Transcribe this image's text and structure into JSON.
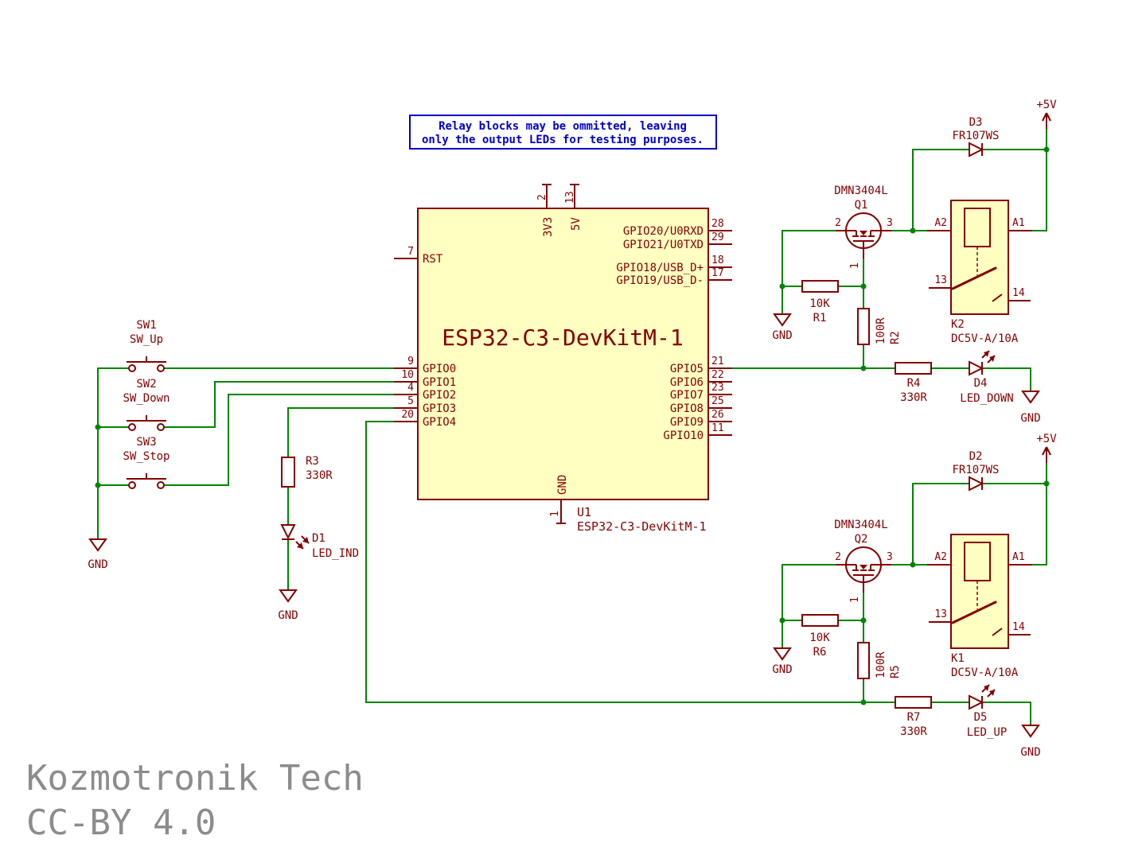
{
  "note": {
    "line1": "Relay blocks may be ommitted, leaving",
    "line2": "only the output LEDs for testing purposes."
  },
  "watermark": {
    "line1": "Kozmotronik Tech",
    "line2": "CC-BY 4.0"
  },
  "colors": {
    "wire": "#008400",
    "component": "#840000",
    "component_fill": "#FFFFC2",
    "note": "#0000C8",
    "watermark": "#8C8C8C"
  },
  "gnd": "GND",
  "ic": {
    "title": "ESP32-C3-DevKitM-1",
    "ref": "U1",
    "value": "ESP32-C3-DevKitM-1",
    "left_pins": [
      {
        "num": "7",
        "name": "RST"
      },
      {
        "num": "9",
        "name": "GPIO0"
      },
      {
        "num": "10",
        "name": "GPIO1"
      },
      {
        "num": "4",
        "name": "GPIO2"
      },
      {
        "num": "5",
        "name": "GPIO3"
      },
      {
        "num": "20",
        "name": "GPIO4"
      }
    ],
    "right_pins": [
      {
        "num": "28",
        "name": "GPIO20/U0RXD"
      },
      {
        "num": "29",
        "name": "GPIO21/U0TXD"
      },
      {
        "num": "18",
        "name": "GPIO18/USB_D+"
      },
      {
        "num": "17",
        "name": "GPIO19/USB_D-"
      },
      {
        "num": "21",
        "name": "GPIO5"
      },
      {
        "num": "22",
        "name": "GPIO6"
      },
      {
        "num": "23",
        "name": "GPIO7"
      },
      {
        "num": "25",
        "name": "GPIO8"
      },
      {
        "num": "26",
        "name": "GPIO9"
      },
      {
        "num": "11",
        "name": "GPIO10"
      }
    ],
    "top_pins": [
      {
        "num": "2",
        "name": "3V3"
      },
      {
        "num": "13",
        "name": "5V"
      }
    ],
    "bottom_pins": [
      {
        "num": "1",
        "name": "GND"
      }
    ]
  },
  "switches": [
    {
      "ref": "SW1",
      "value": "SW_Up"
    },
    {
      "ref": "SW2",
      "value": "SW_Down"
    },
    {
      "ref": "SW3",
      "value": "SW_Stop"
    }
  ],
  "indicator": {
    "resistor": {
      "ref": "R3",
      "value": "330R"
    },
    "led": {
      "ref": "D1",
      "value": "LED_IND"
    },
    "gnd": "GND"
  },
  "relay_blocks": [
    {
      "power": "+5V",
      "diode": {
        "ref": "D3",
        "value": "FR107WS"
      },
      "mosfet": {
        "ref": "Q1",
        "value": "DMN3404L",
        "pin_gate": "1",
        "pin_source": "2",
        "pin_drain": "3"
      },
      "pull_resistor": {
        "ref": "R1",
        "value": "10K"
      },
      "gate_resistor": {
        "ref": "R2",
        "value": "100R"
      },
      "relay": {
        "ref": "K2",
        "value": "DC5V-A/10A",
        "pin_a2": "A2",
        "pin_a1": "A1",
        "pin_13": "13",
        "pin_14": "14"
      },
      "led_resistor": {
        "ref": "R4",
        "value": "330R"
      },
      "led": {
        "ref": "D4",
        "value": "LED_DOWN"
      },
      "gnd_source": "GND",
      "gnd_led": "GND"
    },
    {
      "power": "+5V",
      "diode": {
        "ref": "D2",
        "value": "FR107WS"
      },
      "mosfet": {
        "ref": "Q2",
        "value": "DMN3404L",
        "pin_gate": "1",
        "pin_source": "2",
        "pin_drain": "3"
      },
      "pull_resistor": {
        "ref": "R6",
        "value": "10K"
      },
      "gate_resistor": {
        "ref": "R5",
        "value": "100R"
      },
      "relay": {
        "ref": "K1",
        "value": "DC5V-A/10A",
        "pin_a2": "A2",
        "pin_a1": "A1",
        "pin_13": "13",
        "pin_14": "14"
      },
      "led_resistor": {
        "ref": "R7",
        "value": "330R"
      },
      "led": {
        "ref": "D5",
        "value": "LED_UP"
      },
      "gnd_source": "GND",
      "gnd_led": "GND"
    }
  ]
}
